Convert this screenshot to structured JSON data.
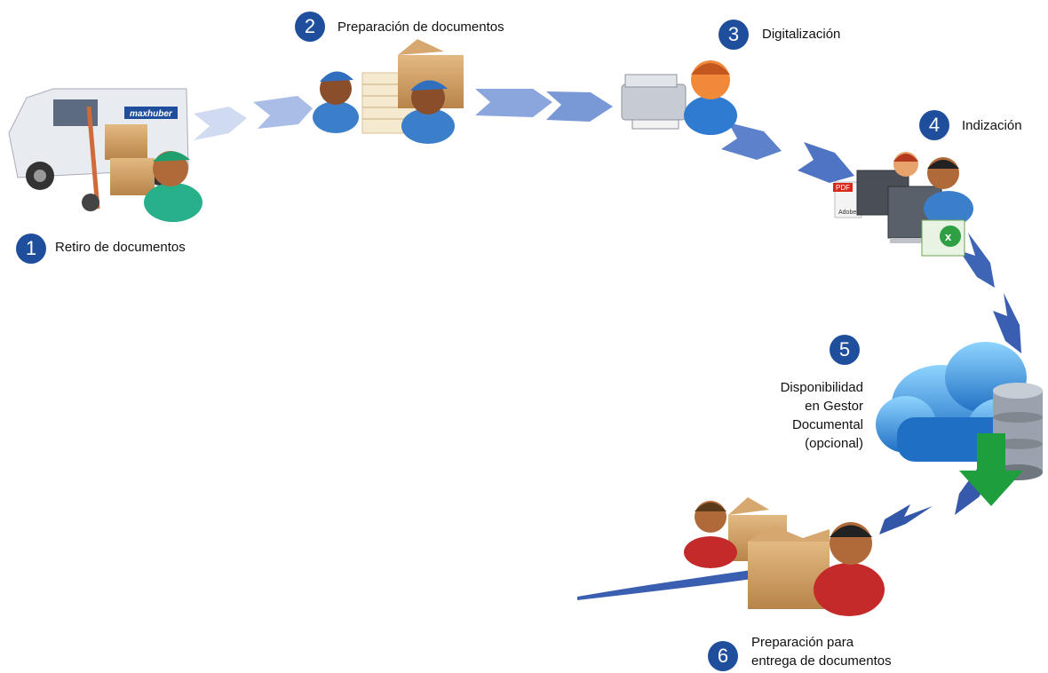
{
  "steps": [
    {
      "number": "1",
      "label": "Retiro de documentos"
    },
    {
      "number": "2",
      "label": "Preparación de documentos"
    },
    {
      "number": "3",
      "label": "Digitalización"
    },
    {
      "number": "4",
      "label": "Indización"
    },
    {
      "number": "5",
      "label_lines": [
        "Disponibilidad",
        "en Gestor",
        "Documental",
        "(opcional)"
      ]
    },
    {
      "number": "6",
      "label_lines": [
        "Preparación para",
        "entrega de documentos"
      ]
    }
  ],
  "van_brand": "maxhuber",
  "file_badges": [
    "PDF",
    "Adobe"
  ],
  "icons": [
    "van-icon",
    "delivery-worker-icon",
    "boxes-icon",
    "document-stack-icon",
    "worker-cap-icon",
    "scanner-icon",
    "person-icon",
    "monitor-icon",
    "pdf-icon",
    "excel-icon",
    "cloud-icon",
    "database-icon",
    "download-arrow-icon",
    "box-icon"
  ],
  "colors": {
    "badge": "#1f4f9c",
    "arrow": "#3f63b2",
    "arrow_light": "#b9c8e8",
    "download": "#1e9e3c"
  }
}
